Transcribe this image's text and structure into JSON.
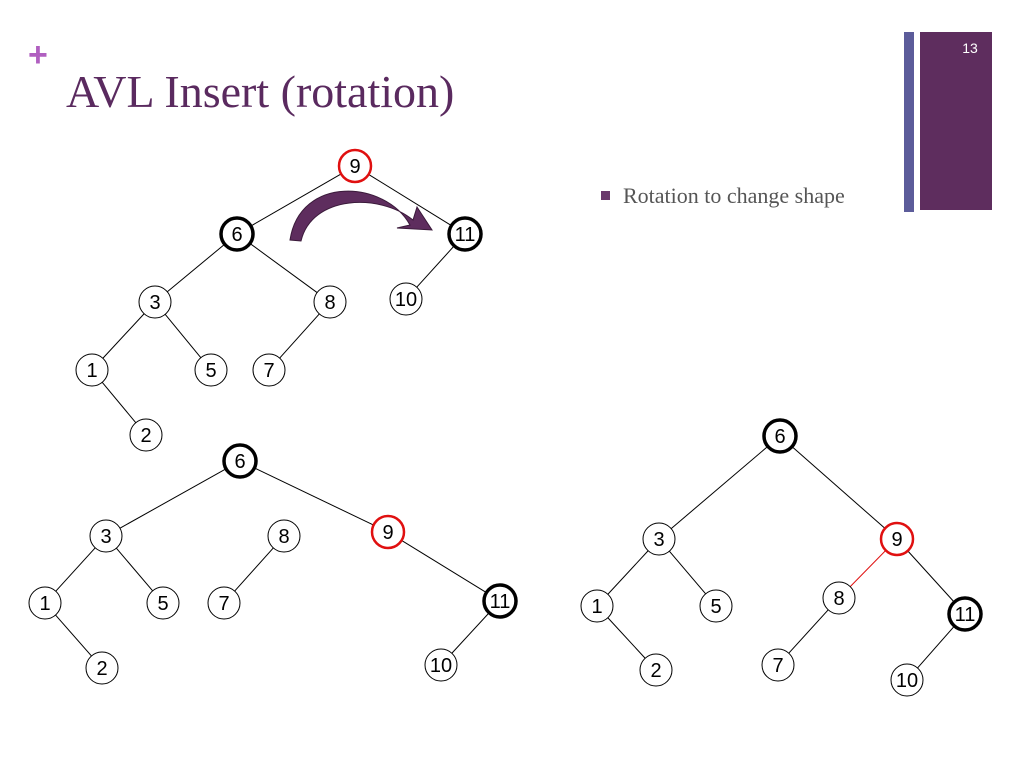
{
  "slide": {
    "plus_symbol": "+",
    "title": "AVL Insert (rotation)",
    "slide_number": "13",
    "bullet": "Rotation to change shape"
  },
  "colors": {
    "title": "#5a2a5f",
    "plus": "#b05fc0",
    "highlight": "#e01010",
    "arrow": "#5e2d5e",
    "accent_bar": "#5e2d5e",
    "accent_bar_secondary": "#5c5c9a"
  },
  "diagrams": [
    {
      "name": "before-rotation",
      "nodes": [
        {
          "id": "a9",
          "label": "9",
          "style": "red"
        },
        {
          "id": "a6",
          "label": "6",
          "style": "bold"
        },
        {
          "id": "a11",
          "label": "11",
          "style": "bold"
        },
        {
          "id": "a3",
          "label": "3",
          "style": "normal"
        },
        {
          "id": "a8",
          "label": "8",
          "style": "normal"
        },
        {
          "id": "a10",
          "label": "10",
          "style": "normal"
        },
        {
          "id": "a1",
          "label": "1",
          "style": "normal"
        },
        {
          "id": "a5",
          "label": "5",
          "style": "normal"
        },
        {
          "id": "a7",
          "label": "7",
          "style": "normal"
        },
        {
          "id": "a2",
          "label": "2",
          "style": "normal"
        }
      ],
      "edges": [
        {
          "from": "a9",
          "to": "a6"
        },
        {
          "from": "a9",
          "to": "a11"
        },
        {
          "from": "a6",
          "to": "a3"
        },
        {
          "from": "a6",
          "to": "a8"
        },
        {
          "from": "a11",
          "to": "a10"
        },
        {
          "from": "a3",
          "to": "a1"
        },
        {
          "from": "a3",
          "to": "a5"
        },
        {
          "from": "a8",
          "to": "a7"
        },
        {
          "from": "a1",
          "to": "a2"
        }
      ]
    },
    {
      "name": "during-rotation",
      "nodes": [
        {
          "id": "b6",
          "label": "6",
          "style": "bold"
        },
        {
          "id": "b3",
          "label": "3",
          "style": "normal"
        },
        {
          "id": "b8",
          "label": "8",
          "style": "normal"
        },
        {
          "id": "b9",
          "label": "9",
          "style": "red"
        },
        {
          "id": "b1",
          "label": "1",
          "style": "normal"
        },
        {
          "id": "b5",
          "label": "5",
          "style": "normal"
        },
        {
          "id": "b7",
          "label": "7",
          "style": "normal"
        },
        {
          "id": "b11",
          "label": "11",
          "style": "bold"
        },
        {
          "id": "b2",
          "label": "2",
          "style": "normal"
        },
        {
          "id": "b10",
          "label": "10",
          "style": "normal"
        }
      ],
      "edges": [
        {
          "from": "b6",
          "to": "b3"
        },
        {
          "from": "b6",
          "to": "b9"
        },
        {
          "from": "b3",
          "to": "b1"
        },
        {
          "from": "b3",
          "to": "b5"
        },
        {
          "from": "b8",
          "to": "b7"
        },
        {
          "from": "b9",
          "to": "b11"
        },
        {
          "from": "b1",
          "to": "b2"
        },
        {
          "from": "b11",
          "to": "b10"
        }
      ]
    },
    {
      "name": "after-rotation",
      "nodes": [
        {
          "id": "c6",
          "label": "6",
          "style": "bold"
        },
        {
          "id": "c3",
          "label": "3",
          "style": "normal"
        },
        {
          "id": "c9",
          "label": "9",
          "style": "red"
        },
        {
          "id": "c1",
          "label": "1",
          "style": "normal"
        },
        {
          "id": "c5",
          "label": "5",
          "style": "normal"
        },
        {
          "id": "c8",
          "label": "8",
          "style": "normal"
        },
        {
          "id": "c11",
          "label": "11",
          "style": "bold"
        },
        {
          "id": "c2",
          "label": "2",
          "style": "normal"
        },
        {
          "id": "c7",
          "label": "7",
          "style": "normal"
        },
        {
          "id": "c10",
          "label": "10",
          "style": "normal"
        }
      ],
      "edges": [
        {
          "from": "c6",
          "to": "c3"
        },
        {
          "from": "c6",
          "to": "c9"
        },
        {
          "from": "c3",
          "to": "c1"
        },
        {
          "from": "c3",
          "to": "c5"
        },
        {
          "from": "c9",
          "to": "c8",
          "style": "red"
        },
        {
          "from": "c9",
          "to": "c11"
        },
        {
          "from": "c1",
          "to": "c2"
        },
        {
          "from": "c8",
          "to": "c7"
        },
        {
          "from": "c11",
          "to": "c10"
        }
      ]
    }
  ]
}
